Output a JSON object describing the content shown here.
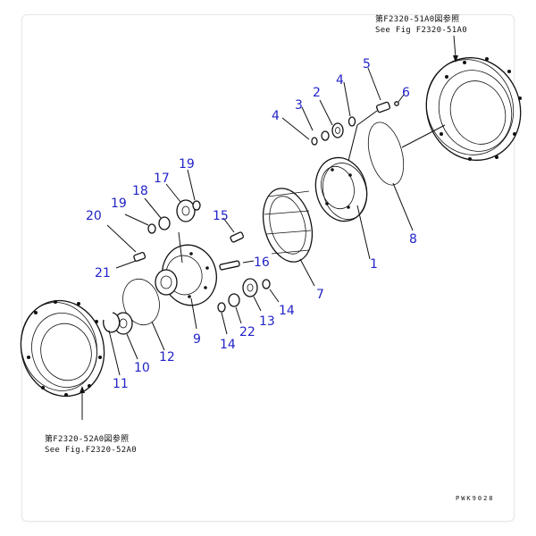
{
  "diagram": {
    "ref_top_line1": "第F2320-51A0図参照",
    "ref_top_line2": "See Fig F2320-51A0",
    "ref_bottom_line1": "第F2320-52A0図参照",
    "ref_bottom_line2": "See Fig.F2320-52A0",
    "drawing_code": "PWK9028",
    "callouts": {
      "c1": "1",
      "c2": "2",
      "c3": "3",
      "c4a": "4",
      "c4b": "4",
      "c5": "5",
      "c6": "6",
      "c7": "7",
      "c8": "8",
      "c9": "9",
      "c10": "10",
      "c11": "11",
      "c12": "12",
      "c13": "13",
      "c14a": "14",
      "c14b": "14",
      "c15": "15",
      "c16": "16",
      "c17": "17",
      "c18": "18",
      "c19a": "19",
      "c19b": "19",
      "c20": "20",
      "c21": "21",
      "c22": "22"
    }
  }
}
